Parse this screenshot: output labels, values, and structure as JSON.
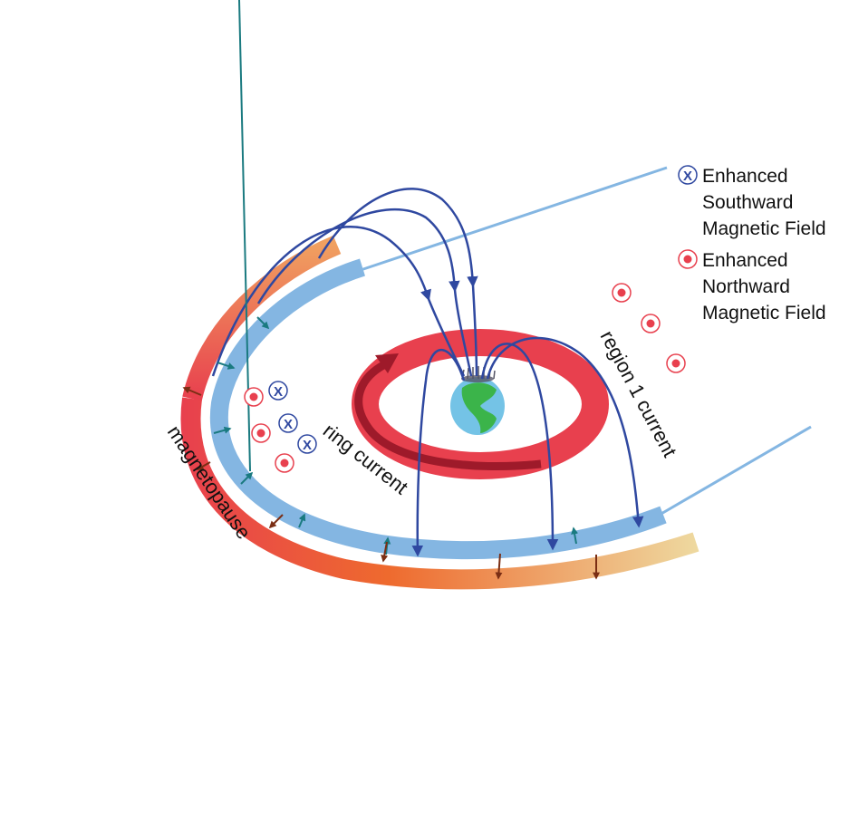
{
  "legend": [
    {
      "symbol": "x-in-circle-icon",
      "lines": [
        "Enhanced",
        "Southward",
        "Magnetic Field"
      ]
    },
    {
      "symbol": "dot-in-circle-icon",
      "lines": [
        "Enhanced",
        "Northward",
        "Magnetic Field"
      ]
    }
  ],
  "labels": {
    "ring_current": "ring current",
    "region1_current": "region 1 current",
    "magnetopause": "magnetopause"
  },
  "colors": {
    "field_line": "#2f48a0",
    "ring": "#e8404e",
    "ring_arrow": "#9e1a2a",
    "inner_band": "#84b6e2",
    "southward": "#2f48a0",
    "northward": "#e8404e",
    "teal_arrow": "#1a7a80",
    "brown_arrow": "#7a2e14"
  },
  "x_symbol": "X"
}
